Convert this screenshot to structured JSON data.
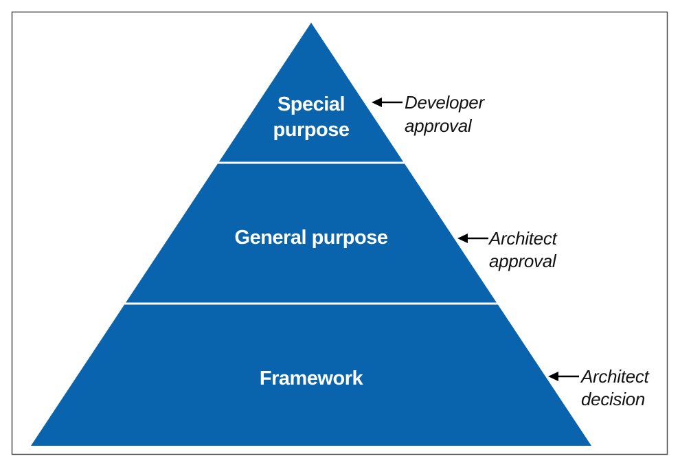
{
  "colors": {
    "fill": "#0a64ad",
    "divider": "#ffffff",
    "frame": "#4a4a4a",
    "arrow": "#000000",
    "note_text": "#111111"
  },
  "layers": {
    "top": {
      "line1": "Special",
      "line2": "purpose",
      "note_line1": "Developer",
      "note_line2": "approval"
    },
    "middle": {
      "label": "General purpose",
      "note_line1": "Architect",
      "note_line2": "approval"
    },
    "bottom": {
      "label": "Framework",
      "note_line1": "Architect",
      "note_line2": "decision"
    }
  }
}
